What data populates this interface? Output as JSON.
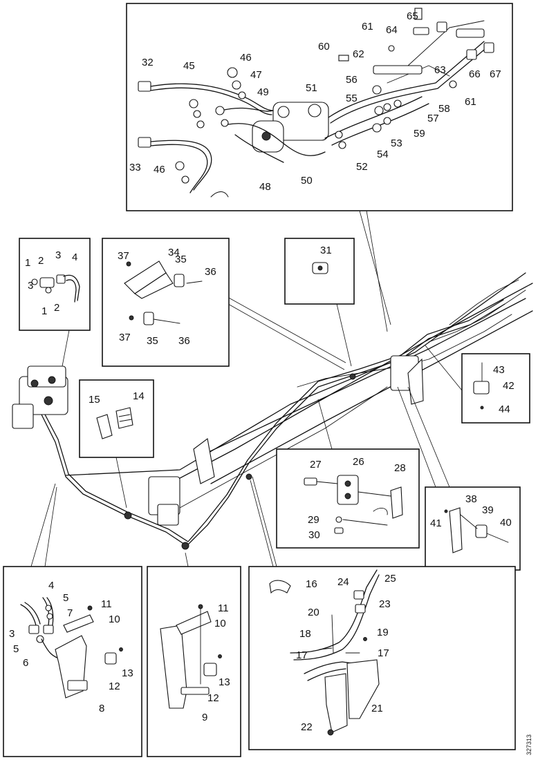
{
  "figure": {
    "reference_code": "327313",
    "callouts": {
      "top": [
        "65",
        "64",
        "61",
        "60",
        "62",
        "63",
        "66",
        "67",
        "32",
        "45",
        "46",
        "47",
        "49",
        "51",
        "56",
        "55",
        "58",
        "61",
        "57",
        "59",
        "53",
        "54",
        "52",
        "50",
        "48",
        "46",
        "33"
      ],
      "box_1_4": [
        "1",
        "2",
        "3",
        "4",
        "3",
        "1",
        "2"
      ],
      "box_34_37": [
        "37",
        "34",
        "35",
        "36",
        "37",
        "35",
        "36"
      ],
      "box_31": [
        "31"
      ],
      "box_42_44": [
        "43",
        "42",
        "44"
      ],
      "box_14_15": [
        "15",
        "14"
      ],
      "box_26_30": [
        "27",
        "26",
        "28",
        "29",
        "30"
      ],
      "box_38_41": [
        "38",
        "39",
        "41",
        "40"
      ],
      "box_3_13": [
        "4",
        "5",
        "7",
        "11",
        "10",
        "3",
        "5",
        "6",
        "12",
        "13",
        "8"
      ],
      "box_9_13": [
        "11",
        "10",
        "13",
        "12",
        "9"
      ],
      "box_16_25": [
        "16",
        "24",
        "25",
        "23",
        "20",
        "19",
        "18",
        "17",
        "17",
        "21",
        "22"
      ]
    }
  }
}
